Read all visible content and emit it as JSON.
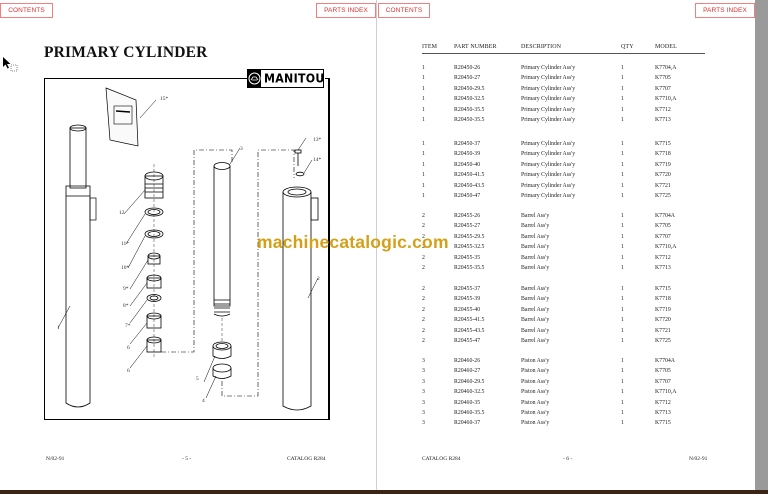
{
  "left_page": {
    "nav": {
      "contents": "CONTENTS",
      "parts_index": "PARTS INDEX"
    },
    "title": "PRIMARY CYLINDER",
    "logo_text": "MANITOU",
    "callouts": [
      "15*",
      "13*",
      "14*",
      "3",
      "12",
      "11*",
      "10*",
      "9*",
      "8*",
      "7*",
      "6",
      "6",
      "5",
      "4",
      "2",
      "1"
    ],
    "footer": {
      "left": "N/02-91",
      "center": "- 5 -",
      "right": "CATALOG R284"
    }
  },
  "right_page": {
    "nav": {
      "contents": "CONTENTS",
      "parts_index": "PARTS INDEX"
    },
    "table": {
      "headers": {
        "item": "ITEM",
        "part_number": "PART NUMBER",
        "description": "DESCRIPTION",
        "qty": "QTY",
        "model": "MODEL"
      },
      "groups": [
        {
          "rows": [
            {
              "item": "1",
              "part": "R20450-26",
              "desc": "Primary Cylinder Ass'y",
              "qty": "1",
              "model": "K7704,A"
            },
            {
              "item": "1",
              "part": "R20450-27",
              "desc": "Primary Cylinder Ass'y",
              "qty": "1",
              "model": "K7705"
            },
            {
              "item": "1",
              "part": "R20450-29.5",
              "desc": "Primary Cylinder Ass'y",
              "qty": "1",
              "model": "K7707"
            },
            {
              "item": "1",
              "part": "R20450-32.5",
              "desc": "Primary Cylinder Ass'y",
              "qty": "1",
              "model": "K7710,A"
            },
            {
              "item": "1",
              "part": "R20450-35.5",
              "desc": "Primary Cylinder Ass'y",
              "qty": "1",
              "model": "K7712"
            },
            {
              "item": "1",
              "part": "R20450-35.5",
              "desc": "Primary Cylinder Ass'y",
              "qty": "1",
              "model": "K7713"
            }
          ]
        },
        {
          "rows": [
            {
              "item": "1",
              "part": "R20450-37",
              "desc": "Primary Cylinder Ass'y",
              "qty": "1",
              "model": "K7715"
            },
            {
              "item": "1",
              "part": "R20450-39",
              "desc": "Primary Cylinder Ass'y",
              "qty": "1",
              "model": "K7718"
            },
            {
              "item": "1",
              "part": "R20450-40",
              "desc": "Primary Cylinder Ass'y",
              "qty": "1",
              "model": "K7719"
            },
            {
              "item": "1",
              "part": "R20450-41.5",
              "desc": "Primary Cylinder Ass'y",
              "qty": "1",
              "model": "K7720"
            },
            {
              "item": "1",
              "part": "R20450-43.5",
              "desc": "Primary Cylinder Ass'y",
              "qty": "1",
              "model": "K7721"
            },
            {
              "item": "1",
              "part": "R20450-47",
              "desc": "Primary Cylinder Ass'y",
              "qty": "1",
              "model": "K7725"
            }
          ]
        },
        {
          "rows": [
            {
              "item": "2",
              "part": "R20455-26",
              "desc": "Barrel Ass'y",
              "qty": "1",
              "model": "K7704A"
            },
            {
              "item": "2",
              "part": "R20455-27",
              "desc": "Barrel Ass'y",
              "qty": "1",
              "model": "K7705"
            },
            {
              "item": "2",
              "part": "R20455-29.5",
              "desc": "Barrel Ass'y",
              "qty": "1",
              "model": "K7707"
            },
            {
              "item": "2",
              "part": "R20455-32.5",
              "desc": "Barrel Ass'y",
              "qty": "1",
              "model": "K7710,A"
            },
            {
              "item": "2",
              "part": "R20455-35",
              "desc": "Barrel Ass'y",
              "qty": "1",
              "model": "K7712"
            },
            {
              "item": "2",
              "part": "R20455-35.5",
              "desc": "Barrel Ass'y",
              "qty": "1",
              "model": "K7713"
            }
          ]
        },
        {
          "rows": [
            {
              "item": "2",
              "part": "R20455-37",
              "desc": "Barrel Ass'y",
              "qty": "1",
              "model": "K7715"
            },
            {
              "item": "2",
              "part": "R20455-39",
              "desc": "Barrel Ass'y",
              "qty": "1",
              "model": "K7718"
            },
            {
              "item": "2",
              "part": "R20455-40",
              "desc": "Barrel Ass'y",
              "qty": "1",
              "model": "K7719"
            },
            {
              "item": "2",
              "part": "R20455-41.5",
              "desc": "Barrel Ass'y",
              "qty": "1",
              "model": "K7720"
            },
            {
              "item": "2",
              "part": "R20455-43.5",
              "desc": "Barrel Ass'y",
              "qty": "1",
              "model": "K7721"
            },
            {
              "item": "2",
              "part": "R20455-47",
              "desc": "Barrel Ass'y",
              "qty": "1",
              "model": "K7725"
            }
          ]
        },
        {
          "rows": [
            {
              "item": "3",
              "part": "R20460-26",
              "desc": "Piston Ass'y",
              "qty": "1",
              "model": "K7704A"
            },
            {
              "item": "3",
              "part": "R20460-27",
              "desc": "Piston Ass'y",
              "qty": "1",
              "model": "K7705"
            },
            {
              "item": "3",
              "part": "R20460-29.5",
              "desc": "Piston Ass'y",
              "qty": "1",
              "model": "K7707"
            },
            {
              "item": "3",
              "part": "R20460-32.5",
              "desc": "Piston Ass'y",
              "qty": "1",
              "model": "K7710,A"
            },
            {
              "item": "3",
              "part": "R20460-35",
              "desc": "Piston Ass'y",
              "qty": "1",
              "model": "K7712"
            },
            {
              "item": "3",
              "part": "R20460-35.5",
              "desc": "Piston Ass'y",
              "qty": "1",
              "model": "K7713"
            },
            {
              "item": "3",
              "part": "R20460-37",
              "desc": "Piston Ass'y",
              "qty": "1",
              "model": "K7715"
            }
          ]
        }
      ]
    },
    "footer": {
      "left": "CATALOG R284",
      "center": "- 6 -",
      "right": "N/02-91"
    }
  },
  "watermark": "machinecatalogic.com"
}
